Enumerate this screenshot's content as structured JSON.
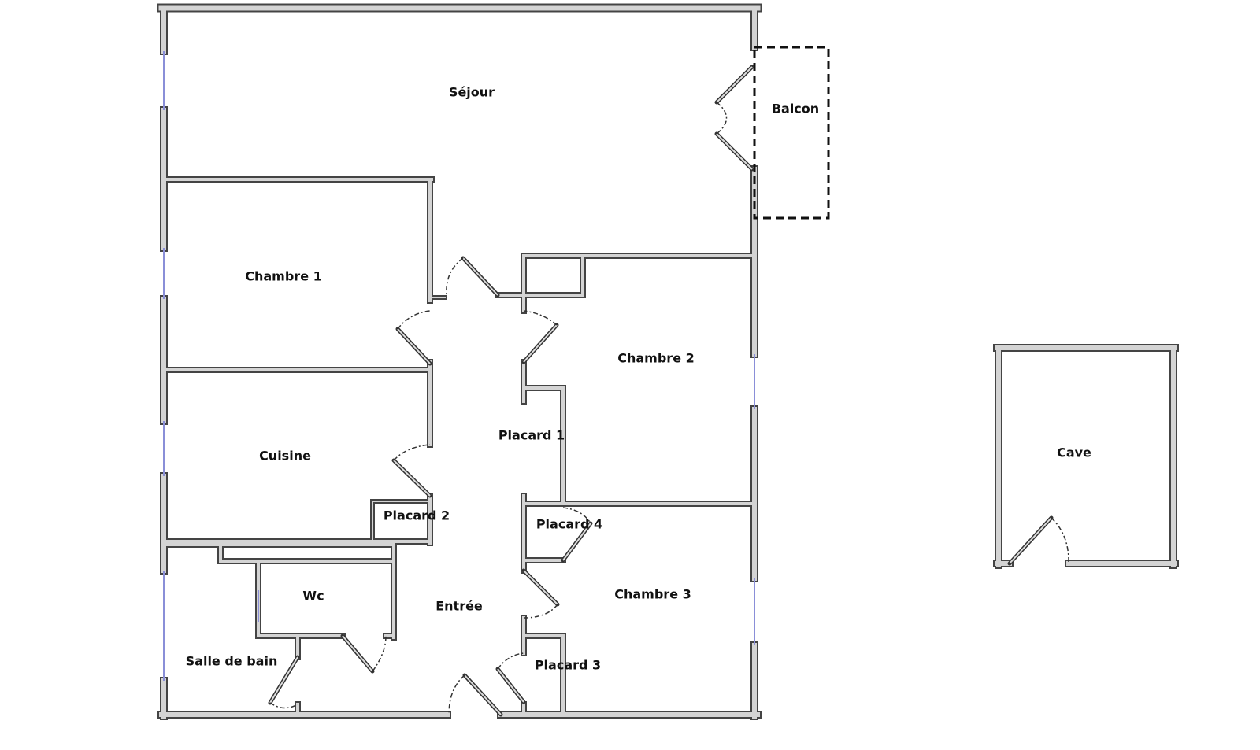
{
  "rooms": {
    "sejour": "Séjour",
    "balcon": "Balcon",
    "chambre1": "Chambre 1",
    "chambre2": "Chambre 2",
    "chambre3": "Chambre 3",
    "cuisine": "Cuisine",
    "placard1": "Placard 1",
    "placard2": "Placard 2",
    "placard3": "Placard 3",
    "placard4": "Placard 4",
    "wc": "Wc",
    "entree": "Entrée",
    "salle_de_bain": "Salle de bain",
    "cave": "Cave"
  },
  "colors": {
    "wall_fill": "#d4d4d4",
    "wall_edge": "#444444",
    "window": "#8a8fd8"
  }
}
